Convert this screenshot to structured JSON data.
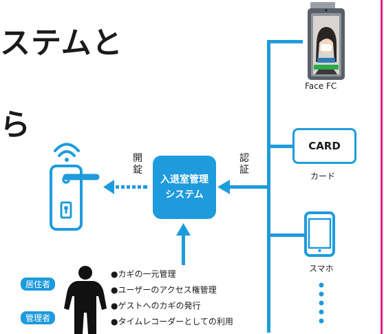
{
  "title": {
    "line1": "ステムと",
    "line2": "ら"
  },
  "devices": {
    "face_caption": "Face FC",
    "card_label": "CARD",
    "card_caption": "カード",
    "phone_caption": "スマホ"
  },
  "system_box": {
    "line1": "入退室管理",
    "line2": "システム"
  },
  "arrows": {
    "unlock_label": [
      "開",
      "錠"
    ],
    "auth_label": [
      "認",
      "証"
    ]
  },
  "roles": {
    "resident": "居住者",
    "admin": "管理者"
  },
  "features": [
    "●カギの一元管理",
    "●ユーザーのアクセス権管理",
    "●ゲストへのカギの発行",
    "●タイムレコーダーとしての利用"
  ],
  "colors": {
    "accent": "#1e9bdc",
    "rule": "#e8198b",
    "text": "#1a1a1a"
  }
}
